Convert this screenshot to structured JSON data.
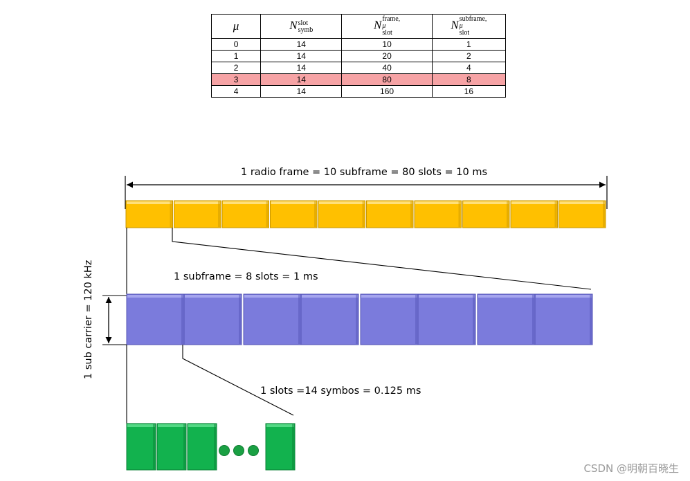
{
  "table": {
    "headers": [
      {
        "main": "μ",
        "sup": "",
        "sup_italic": "",
        "sub": ""
      },
      {
        "main": "N",
        "sup": "slot",
        "sup_italic": "",
        "sub": "symb"
      },
      {
        "main": "N",
        "sup": "frame, ",
        "sup_italic": "μ",
        "sub": "slot"
      },
      {
        "main": "N",
        "sup": "subframe, ",
        "sup_italic": "μ",
        "sub": "slot"
      }
    ],
    "rows": [
      [
        "0",
        "14",
        "10",
        "1"
      ],
      [
        "1",
        "14",
        "20",
        "2"
      ],
      [
        "2",
        "14",
        "40",
        "4"
      ],
      [
        "3",
        "14",
        "80",
        "8"
      ],
      [
        "4",
        "14",
        "160",
        "16"
      ]
    ],
    "highlight_row": 3,
    "highlight_color": "#f6a3a5"
  },
  "diagram": {
    "frame_label": "1 radio frame = 10 subframe = 80 slots = 10 ms",
    "subframe_label": "1 subframe = 8 slots = 1 ms",
    "slot_label": "1 slots =14 symbos = 0.125 ms",
    "vertical_label": "1 sub carrier = 120 kHz",
    "subframe_count": 10,
    "slot_count": 8,
    "symbols_shown_before_ellipsis": 3,
    "symbols_shown_after_ellipsis": 1,
    "ellipsis_dots": 3,
    "colors": {
      "subframe": "#ffc000",
      "subframe_top": "#ffe07a",
      "subframe_edge": "#c99700",
      "slot": "#7b7bdc",
      "slot_top": "#a5a5ee",
      "slot_edge": "#5353b3",
      "symbol": "#12b24e",
      "symbol_top": "#53d884",
      "symbol_edge": "#0b7f35",
      "dot": "#1aa043"
    }
  },
  "watermark": "CSDN @明朝百晓生"
}
